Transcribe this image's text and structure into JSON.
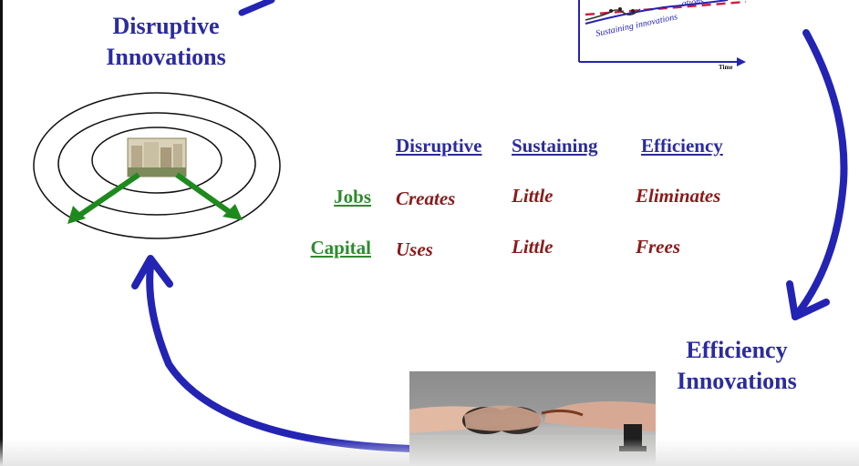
{
  "slide": {
    "heading_disruptive": "Disruptive Innovations",
    "heading_efficiency": "Efficiency Innovations",
    "inset_chart": {
      "series_label": "Sustaining innovations",
      "partial_label": "ations",
      "xlabel": "Time"
    },
    "table": {
      "columns": [
        "Disruptive",
        "Sustaining",
        "Efficiency"
      ],
      "rows": [
        {
          "label": "Jobs",
          "values": [
            "Creates",
            "Little",
            "Eliminates"
          ]
        },
        {
          "label": "Capital",
          "values": [
            "Uses",
            "Little",
            "Frees"
          ]
        }
      ]
    },
    "colors": {
      "arrow": "#2323b4",
      "heading": "#2b2ba0",
      "row_label": "#2e8b2e",
      "cell_text": "#8b1a1a",
      "inner_arrow": "#1e8a1e"
    }
  }
}
